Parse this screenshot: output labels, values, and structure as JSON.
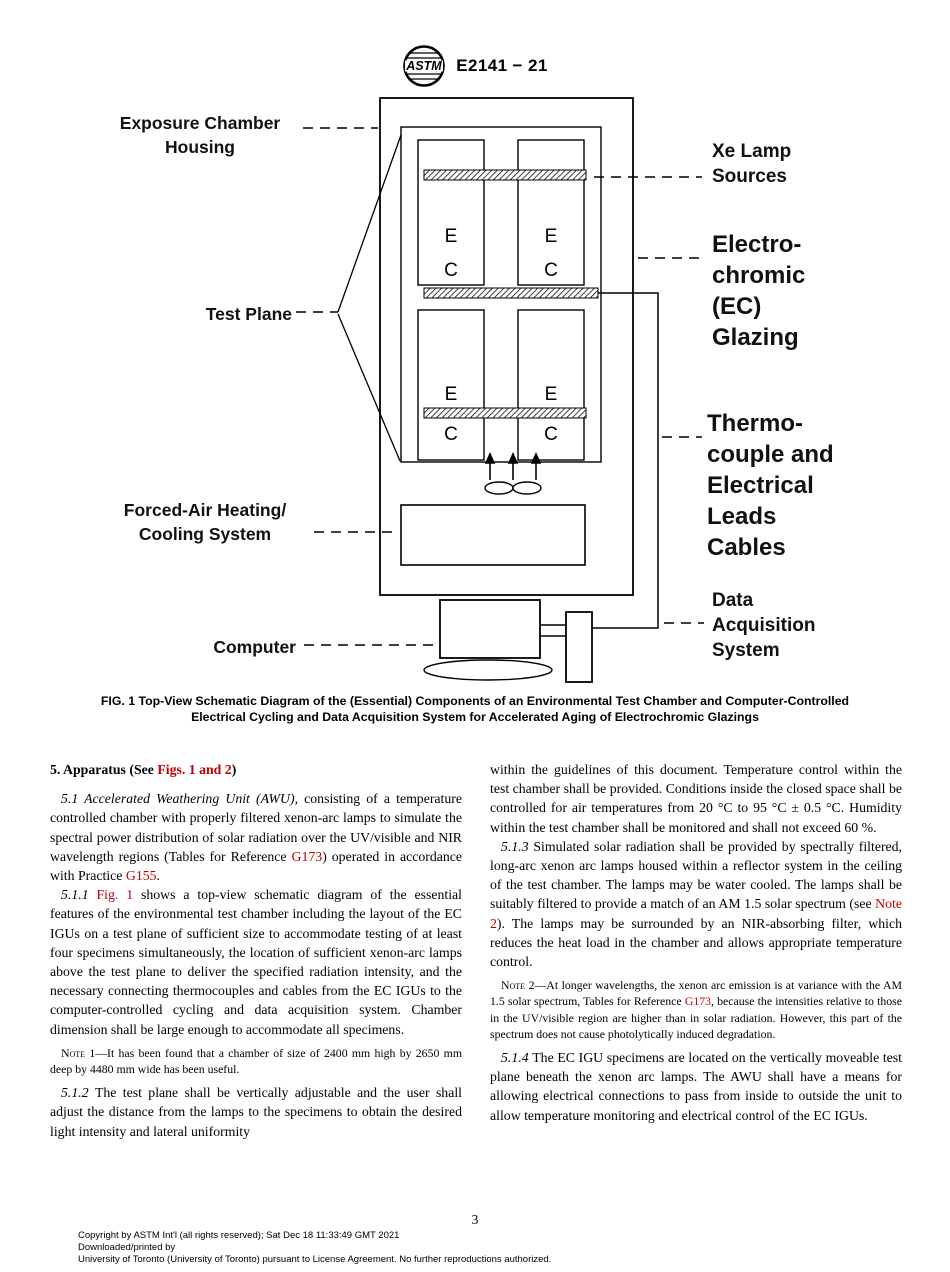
{
  "colors": {
    "link_red": "#c00000",
    "ink": "#000000",
    "paper": "#ffffff"
  },
  "header": {
    "designation": "E2141 − 21",
    "logo_text": "ASTM"
  },
  "figure": {
    "specimens": {
      "e": "E",
      "c": "C"
    },
    "labels": {
      "exposure_chamber_housing": "Exposure Chamber\nHousing",
      "xe_lamp_sources": "Xe Lamp\nSources",
      "ec_glazing": "Electro-\nchromic\n(EC)\nGlazing",
      "test_plane": "Test Plane",
      "thermocouple_leads": "Thermo-\ncouple and\nElectrical\nLeads\nCables",
      "forced_air": "Forced-Air Heating/\nCooling System",
      "computer": "Computer",
      "data_acquisition": "Data\nAcquisition\nSystem"
    },
    "caption_line1": "FIG. 1 Top-View Schematic Diagram of the (Essential) Components of an Environmental Test Chamber and Computer-Controlled",
    "caption_line2": "Electrical Cycling and Data Acquisition System for Accelerated Aging of Electrochromic Glazings"
  },
  "body": {
    "heading": {
      "pre": "5. Apparatus (See ",
      "link": "Figs. 1 and 2",
      "post": ")"
    },
    "p5_1": {
      "num": "5.1 ",
      "title": "Accelerated Weathering Unit (AWU),",
      "t1": " consisting of a temperature controlled chamber with properly filtered xenon-arc lamps to simulate the spectral power distribution of solar radiation over the UV/visible and NIR wavelength regions (Tables for Reference ",
      "link1": "G173",
      "t2": ") operated in accordance with Practice ",
      "link2": "G155",
      "t3": "."
    },
    "p5_1_1": {
      "num": "5.1.1 ",
      "link1": "Fig. 1",
      "t2": " shows a top-view schematic diagram of the essential features of the environmental test chamber including the layout of the EC IGUs on a test plane of sufficient size to accommodate testing of at least four specimens simultaneously, the location of sufficient xenon-arc lamps above the test plane to deliver the specified radiation intensity, and the necessary connecting thermocouples and cables from the EC IGUs to the computer-controlled cycling and data acquisition system. Chamber dimension shall be large enough to accommodate all specimens."
    },
    "note1": {
      "label": "Note 1",
      "t1": "—It has been found that a chamber of size of 2400 mm high by 2650 mm deep by 4480 mm wide has been useful."
    },
    "p5_1_2": {
      "num": "5.1.2 ",
      "t1": "The test plane shall be vertically adjustable and the user shall adjust the distance from the lamps to the specimens to obtain the desired light intensity and lateral uniformity"
    },
    "p5_1_2_cont": "within the guidelines of this document. Temperature control within the test chamber shall be provided. Conditions inside the closed space shall be controlled for air temperatures from 20 °C to 95 °C ± 0.5 °C. Humidity within the test chamber shall be monitored and shall not exceed 60 %.",
    "p5_1_3": {
      "num": "5.1.3 ",
      "t1": "Simulated solar radiation shall be provided by spectrally filtered, long-arc xenon arc lamps housed within a reflector system in the ceiling of the test chamber. The lamps may be water cooled. The lamps shall be suitably filtered to provide a match of an AM 1.5 solar spectrum (see ",
      "link1": "Note 2",
      "t2": "). The lamps may be surrounded by an NIR-absorbing filter, which reduces the heat load in the chamber and allows appropriate temperature control."
    },
    "note2": {
      "label": "Note 2",
      "t1": "—At longer wavelengths, the xenon arc emission is at variance with the AM 1.5 solar spectrum, Tables for Reference ",
      "link1": "G173",
      "t2": ", because the intensities relative to those in the UV/visible region are higher than in solar radiation. However, this part of the spectrum does not cause photolytically induced degradation."
    },
    "p5_1_4": {
      "num": "5.1.4 ",
      "t1": "The EC IGU specimens are located on the vertically moveable test plane beneath the xenon arc lamps. The AWU shall have a means for allowing electrical connections to pass from inside to outside the unit to allow temperature monitoring and electrical control of the EC IGUs."
    }
  },
  "footer": {
    "page_number": "3",
    "copyright_line1": "Copyright by ASTM Int'l (all rights reserved); Sat Dec 18 11:33:49 GMT 2021",
    "copyright_line2": "Downloaded/printed by",
    "copyright_line3": "University of Toronto (University of Toronto) pursuant to License Agreement. No further reproductions authorized."
  }
}
